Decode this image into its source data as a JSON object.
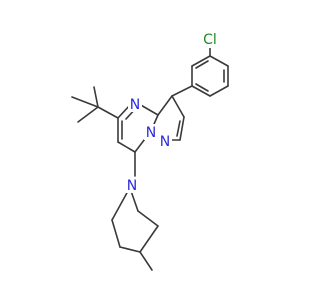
{
  "molecule": {
    "atoms": [
      {
        "id": "Cl",
        "symbol": "Cl",
        "color": "#1e8c1e",
        "labeled": true
      },
      {
        "id": "N1",
        "symbol": "N",
        "color": "#2a2adc",
        "labeled": true
      },
      {
        "id": "N2",
        "symbol": "N",
        "color": "#2a2adc",
        "labeled": true
      },
      {
        "id": "N3",
        "symbol": "N",
        "color": "#2a2adc",
        "labeled": true
      },
      {
        "id": "N4",
        "symbol": "N",
        "color": "#2a2adc",
        "labeled": true
      }
    ],
    "bond_color": "#3a3a3a"
  }
}
